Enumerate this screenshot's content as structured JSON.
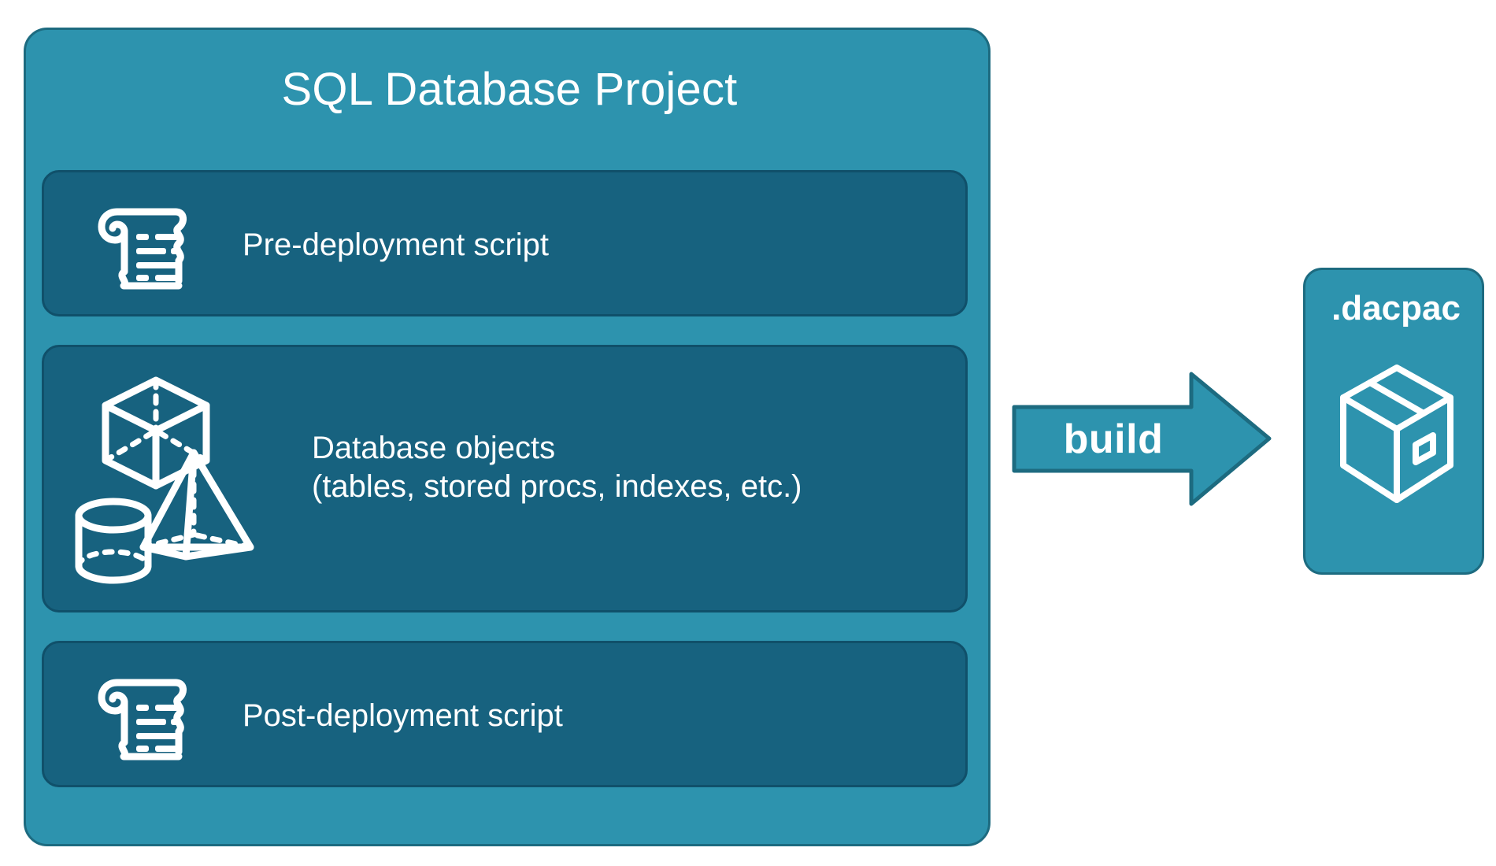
{
  "diagram": {
    "title": "SQL Database Project",
    "project": {
      "title": "SQL Database Project",
      "panels": [
        {
          "id": "pre-deployment",
          "icon": "scroll-icon",
          "label": "Pre-deployment script"
        },
        {
          "id": "database-objects",
          "icon": "3d-shapes-icon",
          "label": "Database objects\n(tables, stored procs, indexes, etc.)"
        },
        {
          "id": "post-deployment",
          "icon": "scroll-icon",
          "label": "Post-deployment script"
        }
      ]
    },
    "arrow": {
      "label": "build",
      "direction": "right"
    },
    "output": {
      "title": ".dacpac",
      "icon": "package-box-icon"
    },
    "colors": {
      "container_fill": "#2d93ae",
      "container_border": "#1d6b80",
      "panel_fill": "#17627f",
      "panel_border": "#10506a",
      "text": "#ffffff",
      "background": "#ffffff"
    }
  }
}
